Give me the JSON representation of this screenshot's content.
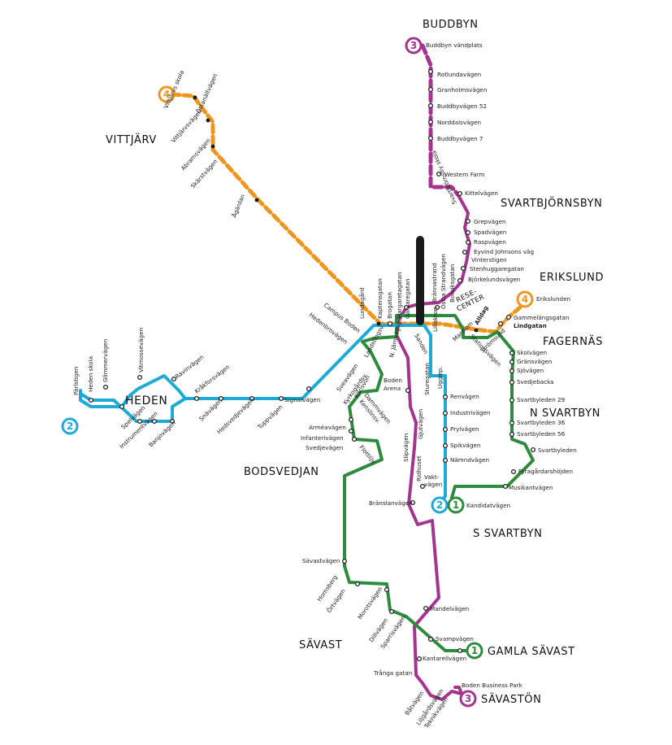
{
  "colors": {
    "line1": "#2e8b3e",
    "line2": "#1eaad6",
    "line3": "#a3358f",
    "line4": "#f0961e",
    "terminal": "#1a1a1a"
  },
  "areas": {
    "buddbyn": "BUDDBYN",
    "vittjarv": "VITTJÄRV",
    "svartbjornsbyn": "SVARTBJÖRNSBYN",
    "erikslund": "ERIKSLUND",
    "fagernas": "FAGERNÄS",
    "heden": "HEDEN",
    "n_svartbyn": "N SVARTBYN",
    "bodsvedjan": "BODSVEDJAN",
    "s_svartbyn": "S SVARTBYN",
    "savast": "SÄVAST",
    "gamla_savast": "GAMLA SÄVAST",
    "savaston": "SÄVASTÖN",
    "rese_center_1": "RESE-",
    "rese_center_2": "CENTER"
  },
  "badges": {
    "b3_top": "3",
    "b4_vittjarv": "4",
    "b4_erikslund": "4",
    "b2_heden": "2",
    "b2_south": "2",
    "b1_south": "1",
    "b1_gamla": "1",
    "b3_bottom": "3"
  },
  "stops": {
    "buddbyn_vandplats": "Buddbyn vändplats",
    "rotlundavagen": "Rotlundavägen",
    "granholmsvagen": "Granholmsvägen",
    "buddbyvagen52": "Buddbyvägen 52",
    "norddalsvagen": "Norddalsvägen",
    "buddbyvagen7": "Buddbyvägen 7",
    "western_farm": "Western Farm",
    "svartbjornsby_skola": "Svartbjörnsby skola",
    "kittelvagen": "Kittelvägen",
    "grepvagen": "Grepvägen",
    "spadvagen": "Spadvägen",
    "raspvagen": "Raspvägen",
    "eyvind": "Eyvind Johnsons väg",
    "vinterstigen": "Vinterstigen",
    "stenhuggaregatan": "Stenhuggaregatan",
    "bjorkelundsvagen": "Björkelundsvägen",
    "vittjarvs_skola": "Vittjärvs skola",
    "ostanaltvagen": "Östanältvägen",
    "vittjarvsvagen": "Vittjärvsvägen",
    "abramsvagen": "Abramsvägen",
    "skarstvagen": "Skärstvägen",
    "agardan": "Ågärdan",
    "lundagard": "Lundagård",
    "kaptensgatan": "Kaptensgatan",
    "brogatan": "Brogatan",
    "margaretagatan": "Margaretagatan",
    "garvaregatan": "Garvaregatan",
    "braimastrand": "Brännastrand",
    "ostra_strandvagen": "Östra Strandvägen",
    "borvikgatan": "Borviksgatan",
    "erikslunden": "Erikslunden",
    "gammelangsgatan": "Gammelängsgatan",
    "lindgatan": "Lindgatan",
    "alldag": "Alldag",
    "campus_boden": "Campus Boden",
    "hedenbrovagen": "Hedenbrovägen",
    "perlstigen": "Pärlstigen",
    "heden_skola": "Heden skola",
    "glimmervagen": "Glimmervägen",
    "vitmossevagen": "Vitmossevägen",
    "ravinvagen": "Ravinvägen",
    "krakforsvagen": "Kråkforsvägen",
    "snavagen": "Snävägen",
    "hedsvedjevagen": "Hedsvedjevägen",
    "tuppvagen": "Tuppvägen",
    "signalvagen": "Signalvägen",
    "spelvagen": "Spelvägen",
    "instrumentvagen": "Instrumentvägen",
    "banjovagen": "Banjovägen",
    "landstingsv": "Landstingsv.",
    "n_jarnvagsg": "N. Järnvägsg.",
    "sanden": "Sanden",
    "lillakron": "Lillakron",
    "manhem": "Manhem",
    "stationsvagen": "Stationsvägen",
    "stromsund": "Strömsund",
    "skolvagen": "Skolvägen",
    "gransvagen": "Gränsvägen",
    "sjovagen": "Sjövägen",
    "svedjebacka": "Svedjebacka",
    "svartbyleden29": "Svartbyleden 29",
    "svartbyleden36": "Svartbyleden 36",
    "svartbyleden56": "Svartbyleden 56",
    "svartbyleden": "Svartbyleden",
    "fyragardarshojden": "Fyragårdarshöjden",
    "musikantvagen": "Musikantvägen",
    "kandidatvagen": "Kandidatvägen",
    "vaktvagen_1": "Vakt-",
    "vaktvagen_2": "vägen",
    "sveavagen": "Sveavägen",
    "kyrkogardsv": "Kyrkogårdsv.",
    "karlsvon": "Kärlsvon",
    "dammvagen": "Dammvägen",
    "kenslinsv": "Kenslinsv.",
    "armevagen": "Arméavägen",
    "infanterivagen": "Infanterivägen",
    "svedjevagen": "Svedjevägen",
    "flottiljv": "Flottiljv.",
    "boden_arena_1": "Boden",
    "boden_arena_2": "Arena",
    "sturegatan": "Sturegatan",
    "ugglep": "Ugglep.",
    "renvagen": "Renvägen",
    "industrivagen": "Industrivägen",
    "prylvagen": "Prylvägen",
    "spikvagen": "Spikvägen",
    "namndvagen": "Nämndvägen",
    "slipvagen": "Slipvägen",
    "gjutvagen": "Gjutvägen",
    "ridhuset": "Ridhuset",
    "branslanvagen": "Bränslanvägen",
    "savastvagen": "Sävastvägen",
    "hornsberg": "Hornsberg",
    "ortvagen": "Örtvägen",
    "morotsvagen": "Morotsvägen",
    "dillvagen": "Dillvägen",
    "sparrisvagen": "Sparrisvägen",
    "mandelvagen": "Mandelvägen",
    "svampvagen": "Svampvägen",
    "kantarellvagen": "Kantarellvägen",
    "tranga_gatan": "Trånga gatan",
    "boden_business_park": "Boden Business Park",
    "batvagen": "Båtvägen",
    "liljgardsvagen": "Liljgårdsvägen",
    "teknikvagen": "Teknikvägen"
  }
}
